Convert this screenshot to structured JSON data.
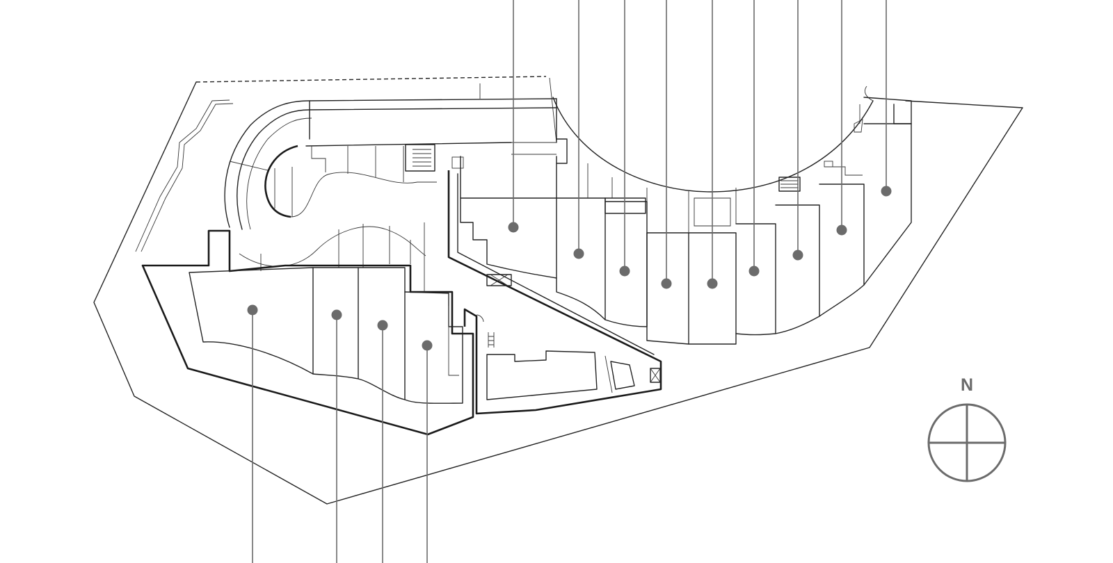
{
  "drawing": {
    "type": "site floor plan",
    "north_label": "N",
    "colors": {
      "linework": "#222222",
      "marker": "#6b6b6b",
      "background": "#ffffff"
    },
    "units": [
      {
        "id": "unit-01",
        "leader_direction": "down"
      },
      {
        "id": "unit-02",
        "leader_direction": "down"
      },
      {
        "id": "unit-03",
        "leader_direction": "down"
      },
      {
        "id": "unit-04",
        "leader_direction": "down"
      },
      {
        "id": "unit-05",
        "leader_direction": "up"
      },
      {
        "id": "unit-06",
        "leader_direction": "up"
      },
      {
        "id": "unit-07",
        "leader_direction": "up"
      },
      {
        "id": "unit-08",
        "leader_direction": "up"
      },
      {
        "id": "unit-09",
        "leader_direction": "up"
      },
      {
        "id": "unit-10",
        "leader_direction": "up"
      },
      {
        "id": "unit-11",
        "leader_direction": "up"
      },
      {
        "id": "unit-12",
        "leader_direction": "up"
      },
      {
        "id": "unit-13",
        "leader_direction": "up"
      }
    ]
  }
}
